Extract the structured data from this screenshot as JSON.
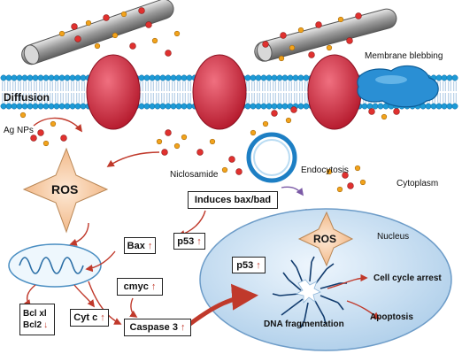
{
  "labels": {
    "diffusion": "Diffusion",
    "ag_nps": "Ag NPs",
    "niclosamide": "Niclosamide",
    "membrane_blebbing": "Membrane blebbing",
    "endocytosis": "Endocytosis",
    "cytoplasm": "Cytoplasm",
    "nucleus": "Nucleus",
    "ros_main": "ROS",
    "ros_nucleus": "ROS",
    "dna_fragmentation": "DNA fragmentation",
    "cell_cycle_arrest": "Cell cycle arrest",
    "apoptosis": "Apoptosis"
  },
  "boxes": {
    "induces": "Induces bax/bad",
    "bax": "Bax",
    "p53_cyto": "p53",
    "cmyc": "cmyc",
    "caspase3": "Caspase 3",
    "cytc": "Cyt c",
    "bclxl": "Bcl xl",
    "bcl2": "Bcl2",
    "p53_nucleus": "p53"
  },
  "arrows": {
    "up": "↑",
    "down": "↓"
  },
  "colors": {
    "membrane_head": "#1d9ad6",
    "membrane_tail": "#aac7e3",
    "protein": "#d8283a",
    "nucleus_fill": "#cfe4f5",
    "ros_star": "#f6cfa6",
    "arrow_red": "#c0392b",
    "np_red": "#e0312f",
    "np_orange": "#f2a31c"
  }
}
